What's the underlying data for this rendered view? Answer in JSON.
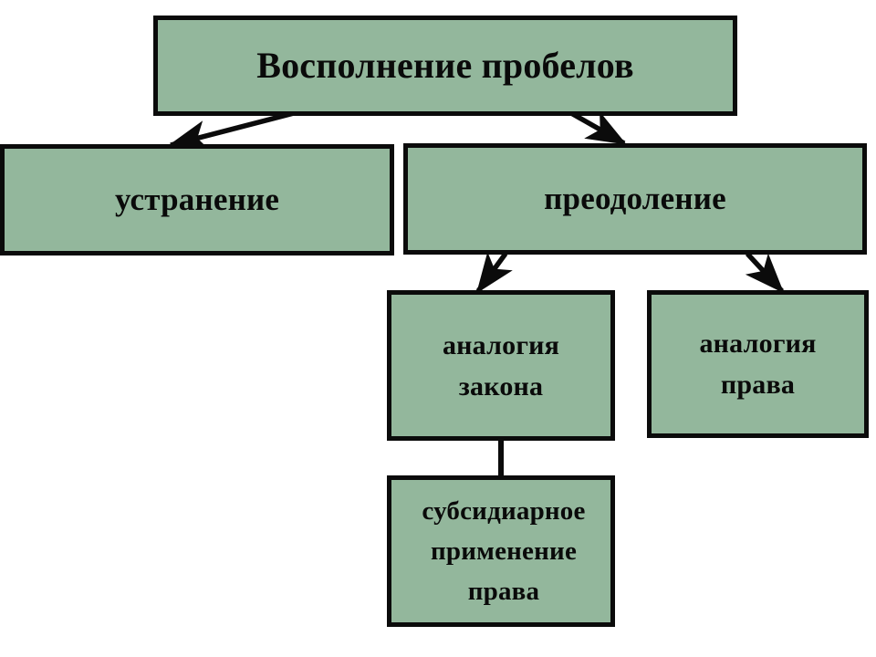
{
  "diagram": {
    "type": "hierarchy-tree",
    "title": "Восполнение пробелов",
    "language": "ru",
    "colors": {
      "node_fill": "#93b79c",
      "node_border": "#0b0b0b",
      "text": "#0a0a0a",
      "background": "#ffffff",
      "connector": "#0b0b0b"
    },
    "nodes": [
      {
        "id": "root",
        "label": "Восполнение пробелов",
        "level": 0
      },
      {
        "id": "ustranenie",
        "label": "устранение",
        "level": 1
      },
      {
        "id": "preodolenie",
        "label": "преодоление",
        "level": 1
      },
      {
        "id": "analogia-zakona",
        "label": "аналогия\nзакона",
        "level": 2
      },
      {
        "id": "analogia-prava",
        "label": "аналогия\nправа",
        "level": 2
      },
      {
        "id": "subsidiarnoe",
        "label": "субсидиарное\nприменение\nправа",
        "level": 3
      }
    ],
    "edges": [
      {
        "from": "root",
        "to": "ustranenie",
        "style": "arrow"
      },
      {
        "from": "root",
        "to": "preodolenie",
        "style": "arrow"
      },
      {
        "from": "preodolenie",
        "to": "analogia-zakona",
        "style": "arrow"
      },
      {
        "from": "preodolenie",
        "to": "analogia-prava",
        "style": "arrow"
      },
      {
        "from": "analogia-zakona",
        "to": "subsidiarnoe",
        "style": "line"
      }
    ]
  }
}
